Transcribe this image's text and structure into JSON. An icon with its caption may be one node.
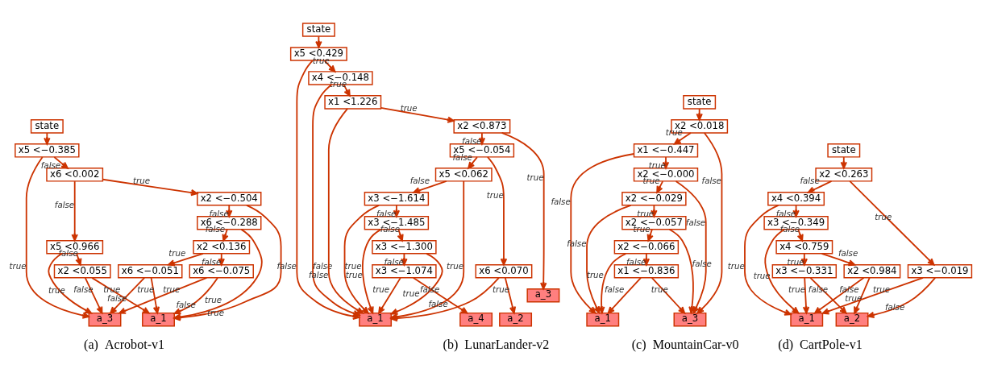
{
  "diagram": {
    "nodes": [
      {
        "text": [
          "state"
        ]
      },
      {
        "text": [
          "x5 <−0.385"
        ]
      },
      {
        "text": [
          "x6 <0.002"
        ]
      },
      {
        "text": [
          "x2 <−0.504"
        ]
      },
      {
        "text": [
          "x6 <−0.288"
        ]
      },
      {
        "text": [
          "x5 <0.966"
        ]
      },
      {
        "text": [
          "x2 <0.136"
        ]
      },
      {
        "text": [
          "x2 <0.055"
        ]
      },
      {
        "text": [
          "x6 <−0.051"
        ]
      },
      {
        "text": [
          "x6 <−0.075"
        ]
      },
      {
        "text": [
          "a_3"
        ]
      },
      {
        "text": [
          "a_1"
        ]
      },
      {
        "text": [
          "state"
        ]
      },
      {
        "text": [
          "x5 <0.429"
        ]
      },
      {
        "text": [
          "x4 <−0.148"
        ]
      },
      {
        "text": [
          "x1 <1.226"
        ]
      },
      {
        "text": [
          "x2 <0.873"
        ]
      },
      {
        "text": [
          "a_3"
        ]
      },
      {
        "text": [
          "x5 <−0.054"
        ]
      },
      {
        "text": [
          "x5 <0.062"
        ]
      },
      {
        "text": [
          "x3 <−1.614"
        ]
      },
      {
        "text": [
          "x3 <−1.485"
        ]
      },
      {
        "text": [
          "x3 <−1.300"
        ]
      },
      {
        "text": [
          "x3 <−1.074"
        ]
      },
      {
        "text": [
          "x6 <0.070"
        ]
      },
      {
        "text": [
          "a_1"
        ]
      },
      {
        "text": [
          "a_4"
        ]
      },
      {
        "text": [
          "a_2"
        ]
      },
      {
        "text": [
          "state"
        ]
      },
      {
        "text": [
          "x2 <0.018"
        ]
      },
      {
        "text": [
          "x1 <−0.447"
        ]
      },
      {
        "text": [
          "x2 <−0.000"
        ]
      },
      {
        "text": [
          "x2 <−0.029"
        ]
      },
      {
        "text": [
          "x2 <−0.057"
        ]
      },
      {
        "text": [
          "x2 <−0.066"
        ]
      },
      {
        "text": [
          "x1 <−0.836"
        ]
      },
      {
        "text": [
          "a_3"
        ]
      },
      {
        "text": [
          "a_1"
        ]
      },
      {
        "text": [
          "state"
        ]
      },
      {
        "text": [
          "x2 <0.263"
        ]
      },
      {
        "text": [
          "x4 <0.394"
        ]
      },
      {
        "text": [
          "x3 <−0.349"
        ]
      },
      {
        "text": [
          "x4 <0.759"
        ]
      },
      {
        "text": [
          "x3 <−0.331"
        ]
      },
      {
        "text": [
          "x2 <0.984"
        ]
      },
      {
        "text": [
          "x3 <−0.019"
        ]
      },
      {
        "text": [
          "a_1"
        ]
      },
      {
        "text": [
          "a_2"
        ]
      }
    ],
    "edges": [
      {
        "from": 0,
        "to": 1,
        "arrow": "to"
      },
      {
        "from": 1,
        "to": 2,
        "arrow": "to",
        "label": "false"
      },
      {
        "from": 1,
        "to": 10,
        "arrow": "to",
        "label": "true"
      },
      {
        "from": 2,
        "to": 3,
        "arrow": "to",
        "label": "true"
      },
      {
        "from": 2,
        "to": 5,
        "arrow": "to",
        "label": "false"
      },
      {
        "from": 3,
        "to": 4,
        "arrow": "to",
        "label": "false"
      },
      {
        "from": 3,
        "to": 11,
        "arrow": "to",
        "label": "true"
      },
      {
        "from": 4,
        "to": 6,
        "arrow": "to",
        "label": "false"
      },
      {
        "from": 4,
        "to": 11,
        "arrow": "to",
        "label": "true"
      },
      {
        "from": 5,
        "to": 7,
        "arrow": "to",
        "label": "false"
      },
      {
        "from": 5,
        "to": 10,
        "arrow": "to",
        "label": "true"
      },
      {
        "from": 6,
        "to": 8,
        "arrow": "to",
        "label": "true"
      },
      {
        "from": 6,
        "to": 9,
        "arrow": "to",
        "label": "false"
      },
      {
        "from": 7,
        "to": 10,
        "arrow": "to",
        "label": "false"
      },
      {
        "from": 7,
        "to": 11,
        "arrow": "to",
        "label": "true"
      },
      {
        "from": 8,
        "to": 10,
        "arrow": "to",
        "label": "false"
      },
      {
        "from": 8,
        "to": 11,
        "arrow": "to",
        "label": "true"
      },
      {
        "from": 9,
        "to": 10,
        "arrow": "to",
        "label": "true"
      },
      {
        "from": 9,
        "to": 11,
        "arrow": "to",
        "label": "false"
      },
      {
        "from": 12,
        "to": 13,
        "arrow": "to"
      },
      {
        "from": 13,
        "to": 14,
        "arrow": "to",
        "label": "true"
      },
      {
        "from": 13,
        "to": 25,
        "arrow": "to",
        "label": "false"
      },
      {
        "from": 14,
        "to": 15,
        "arrow": "to",
        "label": "true"
      },
      {
        "from": 14,
        "to": 25,
        "arrow": "to",
        "label": "false"
      },
      {
        "from": 15,
        "to": 16,
        "arrow": "to",
        "label": "true"
      },
      {
        "from": 15,
        "to": 25,
        "arrow": "to",
        "label": "false"
      },
      {
        "from": 16,
        "to": 17,
        "arrow": "to",
        "label": "true"
      },
      {
        "from": 16,
        "to": 18,
        "arrow": "to",
        "label": "false"
      },
      {
        "from": 18,
        "to": 19,
        "arrow": "to",
        "label": "false"
      },
      {
        "from": 18,
        "to": 24,
        "arrow": "to",
        "label": "true"
      },
      {
        "from": 19,
        "to": 20,
        "arrow": "to",
        "label": "false"
      },
      {
        "from": 19,
        "to": 25,
        "arrow": "to",
        "label": "true"
      },
      {
        "from": 20,
        "to": 21,
        "arrow": "to",
        "label": "false"
      },
      {
        "from": 20,
        "to": 25,
        "arrow": "to",
        "label": "true"
      },
      {
        "from": 21,
        "to": 22,
        "arrow": "to",
        "label": "false"
      },
      {
        "from": 21,
        "to": 25,
        "arrow": "to",
        "label": "true"
      },
      {
        "from": 22,
        "to": 23,
        "arrow": "to",
        "label": "false"
      },
      {
        "from": 22,
        "to": 25,
        "arrow": "to",
        "label": "true"
      },
      {
        "from": 23,
        "to": 25,
        "arrow": "to",
        "label": "true"
      },
      {
        "from": 23,
        "to": 26,
        "arrow": "to",
        "label": "false"
      },
      {
        "from": 24,
        "to": 25,
        "arrow": "to",
        "label": "false"
      },
      {
        "from": 24,
        "to": 27,
        "arrow": "to",
        "label": "true"
      },
      {
        "from": 28,
        "to": 29,
        "arrow": "to"
      },
      {
        "from": 29,
        "to": 30,
        "arrow": "to",
        "label": "true"
      },
      {
        "from": 29,
        "to": 36,
        "arrow": "to",
        "label": "false"
      },
      {
        "from": 30,
        "to": 31,
        "arrow": "to",
        "label": "true"
      },
      {
        "from": 30,
        "to": 37,
        "arrow": "to",
        "label": "false"
      },
      {
        "from": 31,
        "to": 32,
        "arrow": "to",
        "label": "true"
      },
      {
        "from": 31,
        "to": 36,
        "arrow": "to",
        "label": "false"
      },
      {
        "from": 32,
        "to": 33,
        "arrow": "to",
        "label": "true"
      },
      {
        "from": 32,
        "to": 37,
        "arrow": "to",
        "label": "false"
      },
      {
        "from": 33,
        "to": 34,
        "arrow": "to",
        "label": "true"
      },
      {
        "from": 33,
        "to": 36,
        "arrow": "to",
        "label": "false"
      },
      {
        "from": 34,
        "to": 35,
        "arrow": "to",
        "label": "false"
      },
      {
        "from": 34,
        "to": 37,
        "arrow": "to",
        "label": "true"
      },
      {
        "from": 35,
        "to": 36,
        "arrow": "to",
        "label": "true"
      },
      {
        "from": 35,
        "to": 37,
        "arrow": "to",
        "label": "false"
      },
      {
        "from": 38,
        "to": 39,
        "arrow": "to"
      },
      {
        "from": 39,
        "to": 40,
        "arrow": "to",
        "label": "false"
      },
      {
        "from": 39,
        "to": 45,
        "arrow": "to",
        "label": "true"
      },
      {
        "from": 40,
        "to": 41,
        "arrow": "to",
        "label": "false"
      },
      {
        "from": 40,
        "to": 46,
        "arrow": "to",
        "label": "true"
      },
      {
        "from": 41,
        "to": 42,
        "arrow": "to",
        "label": "false"
      },
      {
        "from": 41,
        "to": 46,
        "arrow": "to",
        "label": "true"
      },
      {
        "from": 42,
        "to": 43,
        "arrow": "to",
        "label": "true"
      },
      {
        "from": 42,
        "to": 44,
        "arrow": "to",
        "label": "false"
      },
      {
        "from": 43,
        "to": 46,
        "arrow": "to",
        "label": "true"
      },
      {
        "from": 43,
        "to": 47,
        "arrow": "to",
        "label": "false"
      },
      {
        "from": 44,
        "to": 46,
        "arrow": "to",
        "label": "false"
      },
      {
        "from": 44,
        "to": 47,
        "arrow": "to",
        "label": "true"
      },
      {
        "from": 45,
        "to": 46,
        "arrow": "to",
        "label": "true"
      },
      {
        "from": 45,
        "to": 47,
        "arrow": "to",
        "label": "false"
      }
    ],
    "labels": [
      "(a)  Acrobot-v1",
      "(b)  LunarLander-v2",
      "(c)  MountainCar-v0",
      "(d)  CartPole-v1"
    ]
  }
}
